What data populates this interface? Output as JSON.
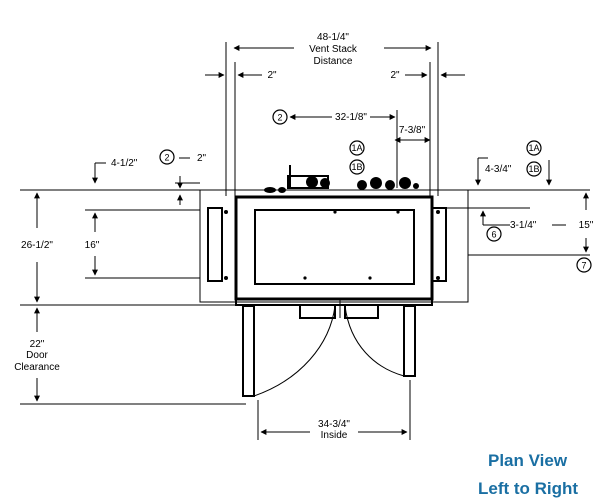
{
  "dimensions": {
    "vent_stack": "48-1/4\"",
    "vent_stack_label_1": "Vent Stack",
    "vent_stack_label_2": "Distance",
    "left_offset": "2\"",
    "right_offset": "2\"",
    "inner_span": "32-1/8\"",
    "inner_offset": "7-3/8\"",
    "left_top": "4-1/2\"",
    "left_small": "2\"",
    "right_top": "4-3/4\"",
    "right_small": "3-1/4\"",
    "right_height": "15\"",
    "overall_depth": "26-1/2\"",
    "inner_depth": "16\"",
    "door_clearance": "22\"",
    "door_clearance_label_1": "Door",
    "door_clearance_label_2": "Clearance",
    "inside_width": "34-3/4\"",
    "inside_label": "Inside"
  },
  "callouts": {
    "c2a": "2",
    "c2b": "2",
    "c1a_left": "1A",
    "c1b_left": "1B",
    "c1a_right": "1A",
    "c1b_right": "1B",
    "c6": "6",
    "c7": "7"
  },
  "caption": {
    "line1": "Plan View",
    "line2": "Left to Right"
  },
  "colors": {
    "caption": "#1a6fa3",
    "lines": "#000000"
  }
}
